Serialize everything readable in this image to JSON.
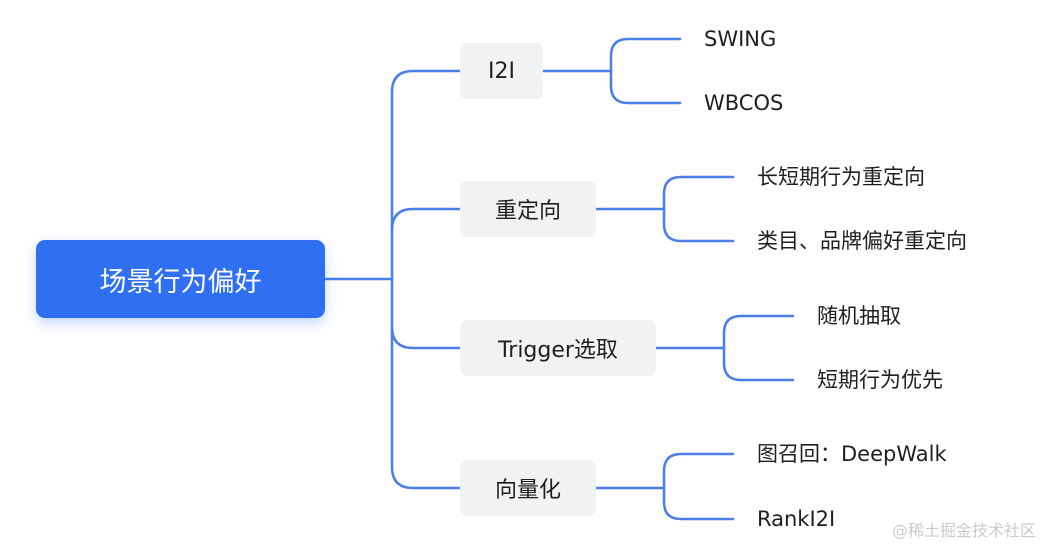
{
  "root": {
    "label": "场景行为偏好"
  },
  "branches": [
    {
      "label": "I2I",
      "leaves": [
        "SWING",
        "WBCOS"
      ]
    },
    {
      "label": "重定向",
      "leaves": [
        "长短期行为重定向",
        "类目、品牌偏好重定向"
      ]
    },
    {
      "label": "Trigger选取",
      "leaves": [
        "随机抽取",
        "短期行为优先"
      ]
    },
    {
      "label": "向量化",
      "leaves": [
        "图召回：DeepWalk",
        "RankI2I"
      ]
    }
  ],
  "watermark": "@稀土掘金技术社区",
  "colors": {
    "root_fill": "#2f6ff1",
    "connector": "#4a7fe8",
    "branch_fill": "#f1f2f4"
  }
}
